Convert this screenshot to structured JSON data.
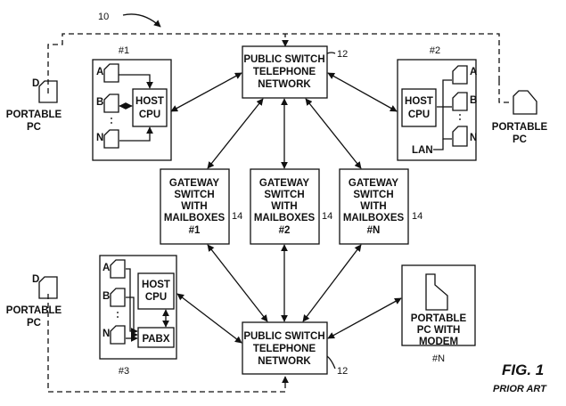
{
  "ref_10": "10",
  "ref_12_top": "12",
  "ref_12_bottom": "12",
  "pstn_top": [
    "PUBLIC SWITCH",
    "TELEPHONE",
    "NETWORK"
  ],
  "pstn_bottom": [
    "PUBLIC SWITCH",
    "TELEPHONE",
    "NETWORK"
  ],
  "site1": {
    "label": "#1",
    "host": [
      "HOST",
      "CPU"
    ],
    "terminals": [
      "A",
      "B",
      "N"
    ]
  },
  "site2": {
    "label": "#2",
    "host": [
      "HOST",
      "CPU"
    ],
    "terminals": [
      "A",
      "B",
      "N"
    ],
    "lan": "LAN"
  },
  "site3": {
    "label": "#3",
    "host": [
      "HOST",
      "CPU"
    ],
    "terminals": [
      "A",
      "B",
      "N"
    ],
    "pabx": "PABX"
  },
  "siteN": {
    "label": "#N",
    "text": [
      "PORTABLE",
      "PC WITH",
      "MODEM"
    ]
  },
  "gateways": [
    {
      "lines": [
        "GATEWAY",
        "SWITCH",
        "WITH",
        "MAILBOXES",
        "#1"
      ],
      "ref": "14"
    },
    {
      "lines": [
        "GATEWAY",
        "SWITCH",
        "WITH",
        "MAILBOXES",
        "#2"
      ],
      "ref": "14"
    },
    {
      "lines": [
        "GATEWAY",
        "SWITCH",
        "WITH",
        "MAILBOXES",
        "#N"
      ],
      "ref": "14"
    }
  ],
  "portable_left_top": {
    "letter": "D",
    "lines": [
      "PORTABLE",
      "PC"
    ]
  },
  "portable_right_top": {
    "lines": [
      "PORTABLE",
      "PC"
    ]
  },
  "portable_left_bottom": {
    "letter": "D",
    "lines": [
      "PORTABLE",
      "PC"
    ]
  },
  "figure": "FIG. 1",
  "prior_art": "PRIOR ART"
}
